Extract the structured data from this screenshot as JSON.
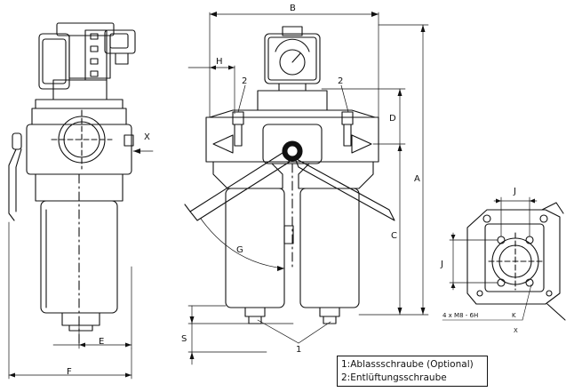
{
  "dimensions": {
    "b": "B",
    "h": "H",
    "d": "D",
    "a": "A",
    "c": "C",
    "s": "S",
    "e": "E",
    "f": "F",
    "g": "G",
    "x": "X",
    "j_top": "J",
    "j_left": "J"
  },
  "callouts": {
    "vent_left": "2",
    "vent_right": "2",
    "drain": "1"
  },
  "bolt_spec": "4 x M8 - 6H",
  "bolt_k": "K",
  "section_x": "X",
  "legend": {
    "item1": "1:Ablassschraube (Optional)",
    "item2": "2:Entlüftungsschraube"
  }
}
